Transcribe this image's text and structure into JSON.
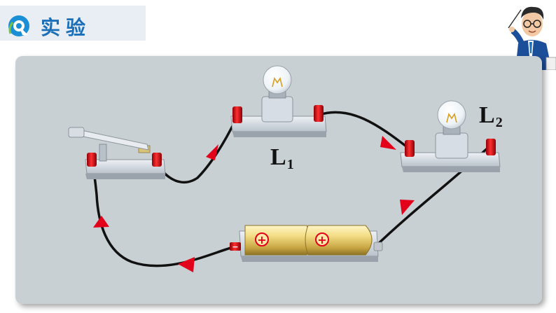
{
  "header": {
    "title": "实验",
    "logo_icon": "brand-logo-icon"
  },
  "diagram": {
    "lamp1_label": "L",
    "lamp1_sub": "1",
    "lamp2_label": "L",
    "lamp2_sub": "2",
    "battery_plus_1": "+",
    "battery_plus_2": "+",
    "battery_minus": "−"
  },
  "colors": {
    "accent": "#1a6fb8",
    "panel": "#c9d0d3",
    "wire": "#111111",
    "arrow": "#e3001b",
    "terminal": "#d0101a"
  }
}
